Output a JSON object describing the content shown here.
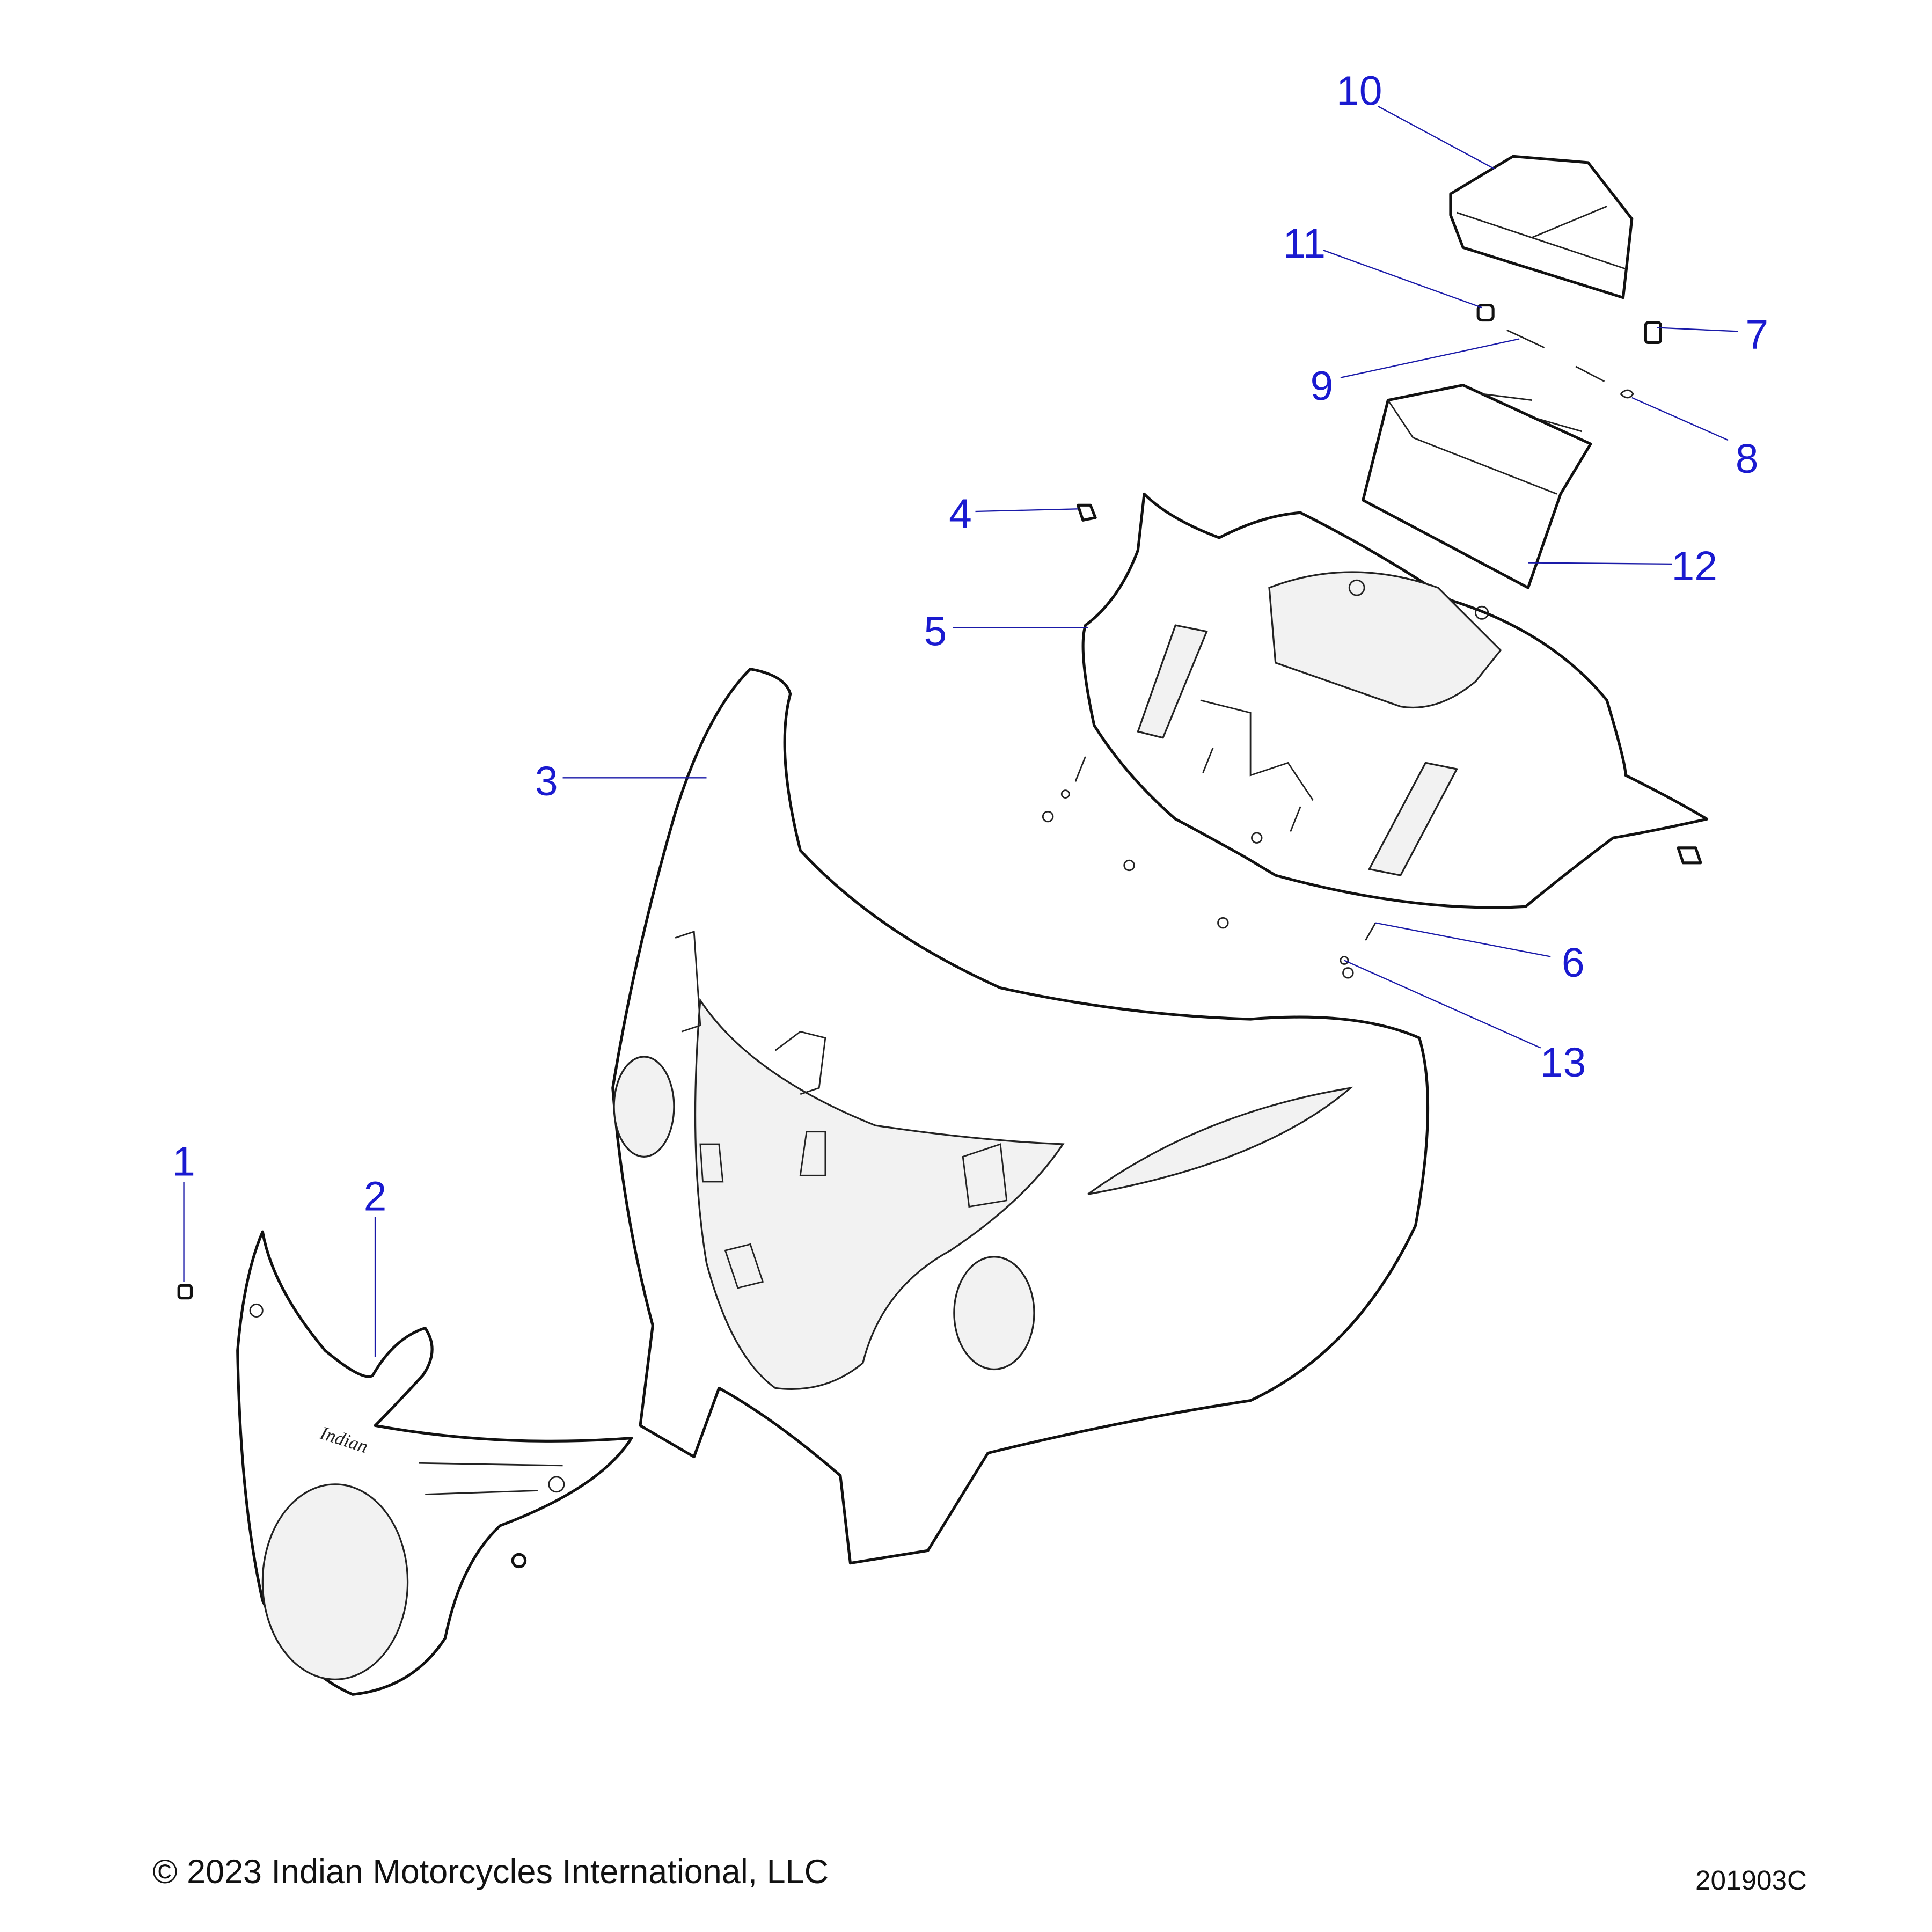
{
  "diagram": {
    "callouts": [
      {
        "label": "1"
      },
      {
        "label": "2"
      },
      {
        "label": "3"
      },
      {
        "label": "4"
      },
      {
        "label": "5"
      },
      {
        "label": "6"
      },
      {
        "label": "7"
      },
      {
        "label": "8"
      },
      {
        "label": "9"
      },
      {
        "label": "10"
      },
      {
        "label": "11"
      },
      {
        "label": "12"
      },
      {
        "label": "13"
      }
    ],
    "logo_text": "Indian"
  },
  "footer": {
    "copyright": "© 2023 Indian Motorcycles International, LLC",
    "drawing_number": "201903C"
  },
  "colors": {
    "callout": "#1a1ad0",
    "leader": "#1a1aa8"
  }
}
